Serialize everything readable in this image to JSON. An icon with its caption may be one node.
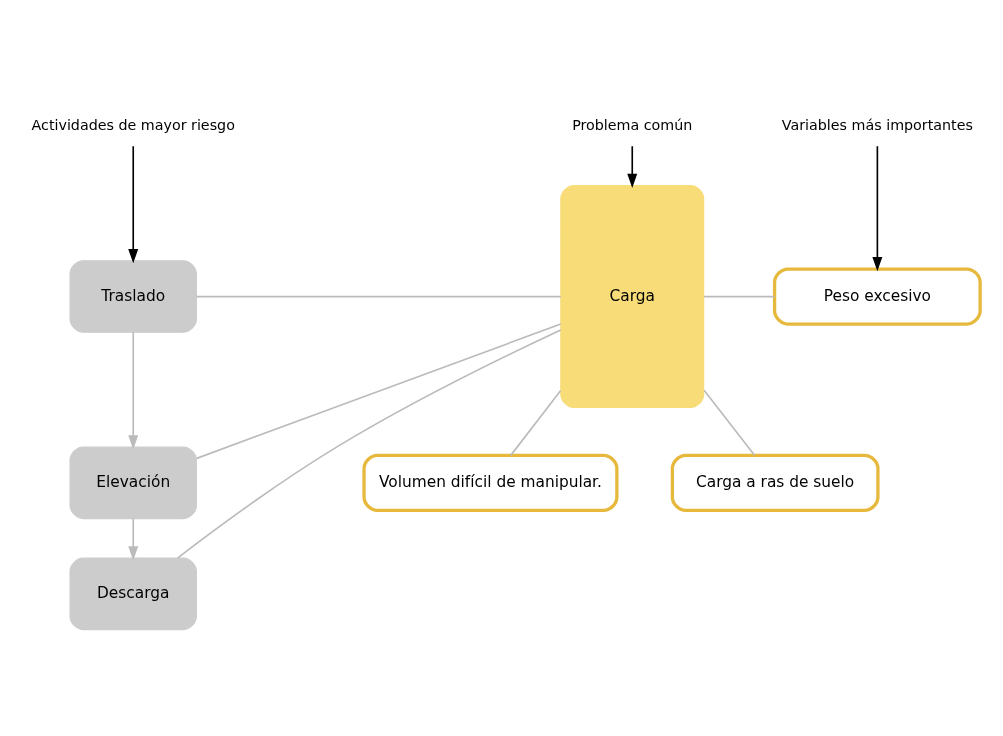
{
  "diagram": {
    "nodes": [
      {
        "text": [
          "Actividades de mayor riesgo"
        ]
      },
      {
        "text": [
          "Problema común"
        ]
      },
      {
        "text": [
          "Variables más importantes"
        ]
      },
      {
        "text": [
          "Traslado"
        ]
      },
      {
        "text": [
          "Elevación"
        ]
      },
      {
        "text": [
          "Descarga"
        ]
      },
      {
        "text": [
          "Carga"
        ]
      },
      {
        "text": [
          "Peso excesivo"
        ]
      },
      {
        "text": [
          "Volumen difícil de manipular."
        ]
      },
      {
        "text": [
          "Carga a ras de suelo"
        ]
      }
    ],
    "edges": [
      {
        "from": 0,
        "to": 3,
        "arrow": "to",
        "color": "#000000"
      },
      {
        "from": 1,
        "to": 6,
        "arrow": "to",
        "color": "#000000"
      },
      {
        "from": 2,
        "to": 7,
        "arrow": "to",
        "color": "#000000"
      },
      {
        "from": 3,
        "to": 4,
        "arrow": "to"
      },
      {
        "from": 4,
        "to": 5,
        "arrow": "to"
      },
      {
        "from": 3,
        "to": 6,
        "arrow": "none"
      },
      {
        "from": 4,
        "to": 6,
        "arrow": "none"
      },
      {
        "from": 5,
        "to": 6,
        "arrow": "none"
      },
      {
        "from": 6,
        "to": 7,
        "arrow": "none"
      },
      {
        "from": 6,
        "to": 8,
        "arrow": "none"
      },
      {
        "from": 6,
        "to": 9,
        "arrow": "none"
      }
    ]
  }
}
